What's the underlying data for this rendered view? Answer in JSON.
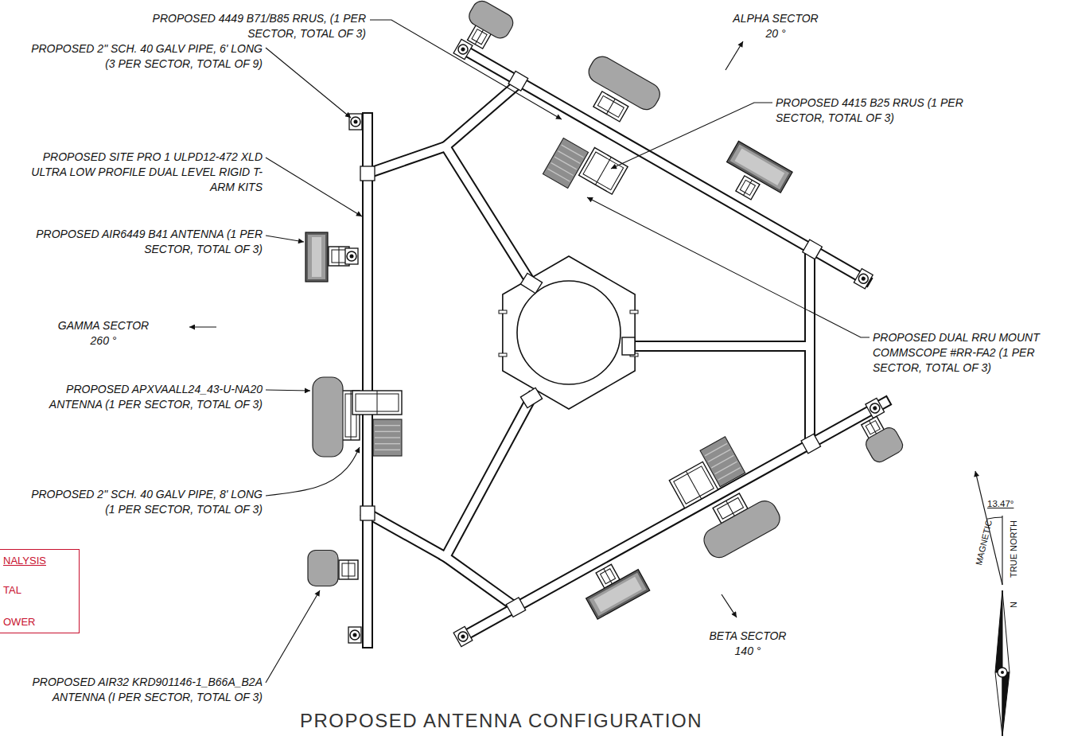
{
  "diagram": {
    "title": "PROPOSED ANTENNA CONFIGURATION",
    "nodes": [
      {
        "text": [
          "NALYSIS",
          "TAL",
          "OWER"
        ]
      }
    ],
    "labels": [
      "PROPOSED 4449 B71/B85 RRUS, (1 PER SECTOR, TOTAL OF 3)",
      "ALPHA SECTOR 20 °",
      "PROPOSED 2\" SCH. 40 GALV PIPE, 6' LONG (3 PER SECTOR, TOTAL OF 9)",
      "PROPOSED 4415 B25 RRUS (1 PER SECTOR, TOTAL OF 3)",
      "PROPOSED SITE PRO 1 ULPD12-472 XLD ULTRA LOW PROFILE DUAL LEVEL RIGID T-ARM KITS",
      "PROPOSED AIR6449 B41 ANTENNA (1 PER SECTOR, TOTAL OF 3)",
      "GAMMA SECTOR 260 °",
      "PROPOSED DUAL RRU MOUNT COMMSCOPE #RR-FA2 (1 PER SECTOR, TOTAL OF 3)",
      "PROPOSED APXVAALL24_43-U-NA20 ANTENNA (1 PER SECTOR, TOTAL OF 3)",
      "13.47°",
      "MAGNETIC",
      "TRUE NORTH",
      "PROPOSED 2\" SCH. 40 GALV PIPE, 8' LONG (1 PER SECTOR, TOTAL OF 3)",
      "N",
      "BETA SECTOR 140 °",
      "PROPOSED AIR32 KRD901146-1_B66A_B2A ANTENNA (I PER SECTOR, TOTAL OF 3)"
    ]
  }
}
